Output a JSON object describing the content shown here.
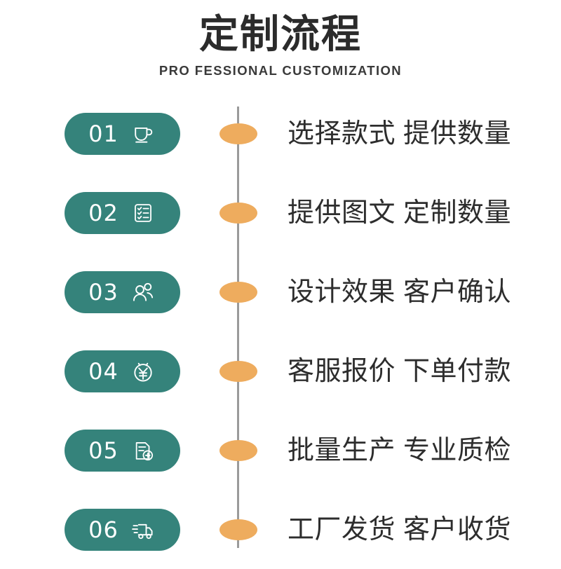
{
  "header": {
    "title": "定制流程",
    "subtitle": "PRO FESSIONAL CUSTOMIZATION"
  },
  "colors": {
    "badge_teal": "#35837B",
    "node_orange": "#EEAC5E",
    "rail_gray": "#9A9A9A",
    "text_dark": "#2D2D2D",
    "background": "#FFFFFF"
  },
  "steps": [
    {
      "number": "01",
      "icon": "cup-icon",
      "label": "选择款式 提供数量"
    },
    {
      "number": "02",
      "icon": "checklist-icon",
      "label": "提供图文 定制数量"
    },
    {
      "number": "03",
      "icon": "users-icon",
      "label": "设计效果 客户确认"
    },
    {
      "number": "04",
      "icon": "yuan-coin-icon",
      "label": "客服报价 下单付款"
    },
    {
      "number": "05",
      "icon": "inspection-document-icon",
      "label": "批量生产 专业质检"
    },
    {
      "number": "06",
      "icon": "delivery-truck-icon",
      "label": "工厂发货 客户收货"
    }
  ]
}
